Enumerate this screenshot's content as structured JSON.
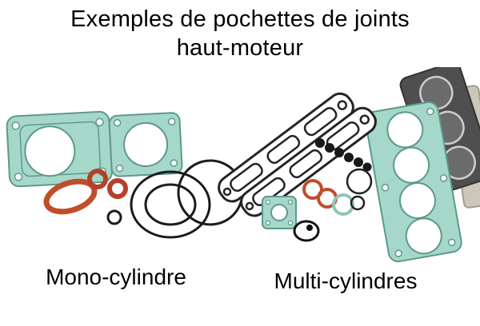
{
  "title": {
    "line1": "Exemples de pochettes de joints",
    "line2": "haut-moteur"
  },
  "figure": {
    "left_caption": "Mono-cylindre",
    "right_caption": "Multi-cylindres"
  },
  "colors": {
    "background": "#ffffff",
    "title_text": "#000000",
    "gasket_teal": "#a6d8c9",
    "gasket_teal_stroke": "#5d998c",
    "oring_orange": "#bf4e2a",
    "oring_dark_orange": "#b5402a",
    "rubber_black": "#1c1c1c",
    "outline_black": "#242424",
    "metal_grey": "#4f4f4f",
    "paper_beige": "#cdc6ba"
  }
}
